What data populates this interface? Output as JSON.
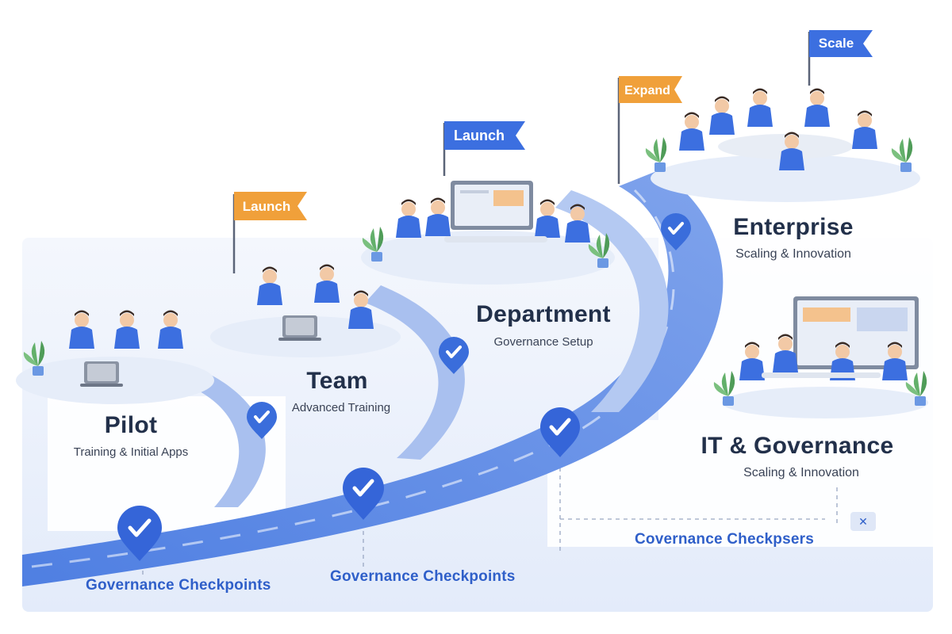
{
  "stages": [
    {
      "title": "Pilot",
      "subtitle": "Training & Initial Apps"
    },
    {
      "title": "Team",
      "subtitle": "Advanced Training"
    },
    {
      "title": "Department",
      "subtitle": "Governance Setup"
    },
    {
      "title": "Enterprise",
      "subtitle": "Scaling & Innovation"
    },
    {
      "title": "IT & Governance",
      "subtitle": "Scaling & Innovation"
    }
  ],
  "flags": [
    {
      "label": "Launch",
      "color": "#f0a03a"
    },
    {
      "label": "Launch",
      "color": "#3c6fe0"
    },
    {
      "label": "Expand",
      "color": "#f0a03a"
    },
    {
      "label": "Scale",
      "color": "#3c6fe0"
    }
  ],
  "checkpoints": [
    "Governance Checkpoints",
    "Governance Checkpoints",
    "Covernance Checkpsers"
  ],
  "icon_badge": "✕",
  "colors": {
    "road": "#6f95e6",
    "road_light": "#c7d6f5",
    "check_pin": "#3565d8",
    "platform": "#eef3fc",
    "orange": "#f0a03a",
    "blue_flag": "#3c6fe0"
  }
}
